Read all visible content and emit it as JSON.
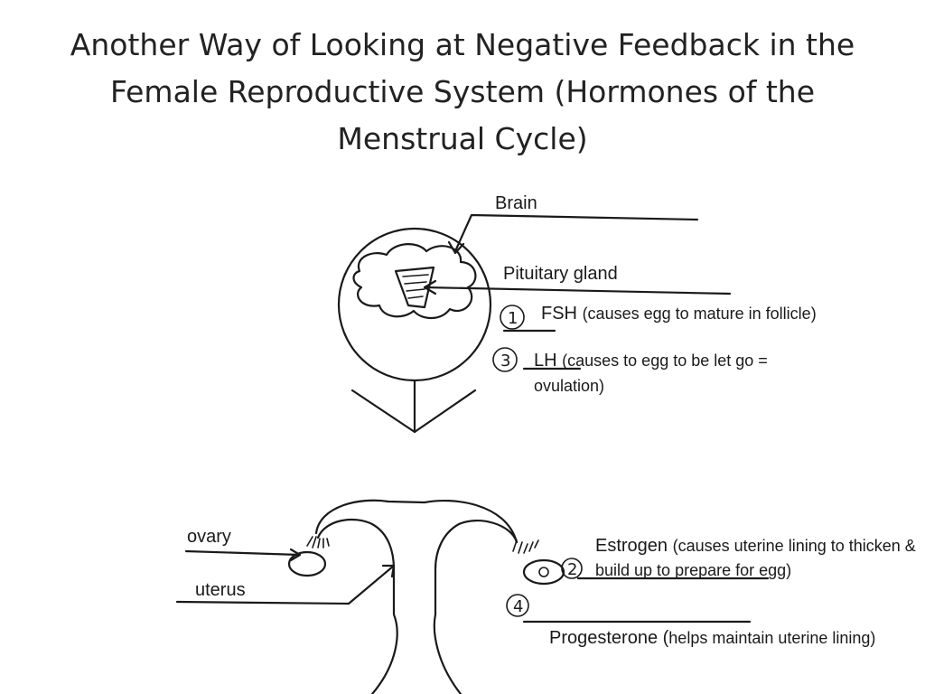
{
  "title": "Another Way of Looking at Negative Feedback in the Female Reproductive System (Hormones of the Menstrual Cycle)",
  "labels": {
    "brain": "Brain",
    "pituitary": "Pituitary gland",
    "fsh_name": "FSH",
    "fsh_desc": "(causes egg to mature in follicle)",
    "lh_name": "LH",
    "lh_desc": "(causes to egg to be let go = ovulation)",
    "ovary": "ovary",
    "uterus": "uterus",
    "estrogen_name": "Estrogen",
    "estrogen_desc": "(causes uterine lining to thicken & build up to prepare for egg)",
    "progesterone_name": "Progesterone (",
    "progesterone_desc": "helps maintain uterine lining)"
  },
  "step_numbers": [
    "1",
    "2",
    "3",
    "4"
  ]
}
